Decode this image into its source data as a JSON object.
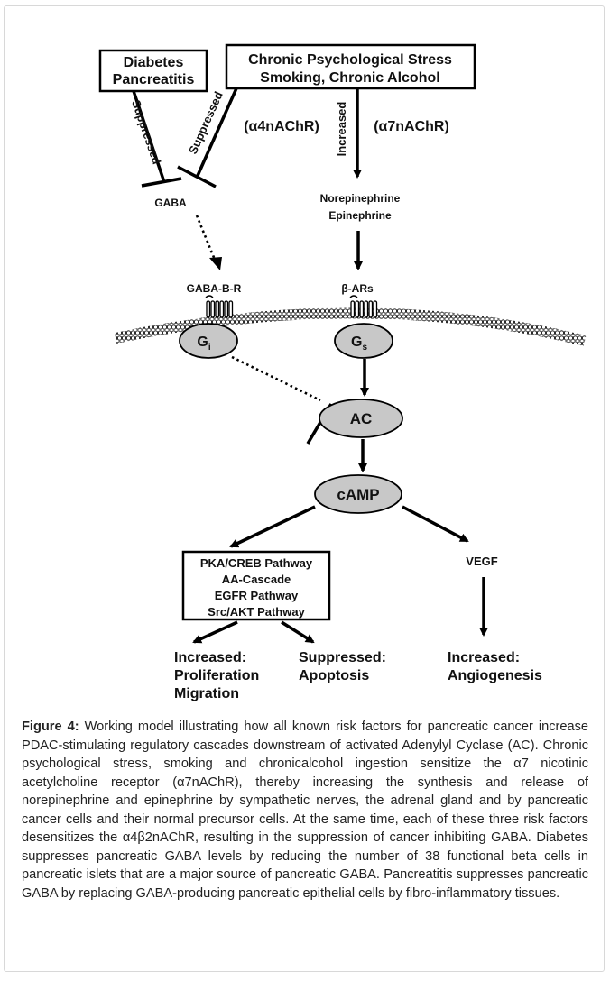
{
  "diagram": {
    "box_diabetes": [
      "Diabetes",
      "Pancreatitis"
    ],
    "box_stress": [
      "Chronic Psychological Stress",
      "Smoking, Chronic Alcohol"
    ],
    "label_suppressed_left": "Suppressed",
    "label_suppressed_right": "Suppressed",
    "label_a4": "(α4nAChR)",
    "label_increased": "Increased",
    "label_a7": "(α7nAChR)",
    "gaba": "GABA",
    "norepinephrine": "Norepinephrine",
    "epinephrine": "Epinephrine",
    "gaba_b_r": "GABA-B-R",
    "beta_ars": "β-ARs",
    "gi": "G",
    "gi_sub": "i",
    "gs": "G",
    "gs_sub": "s",
    "ac": "AC",
    "camp": "cAMP",
    "pathways": [
      "PKA/CREB Pathway",
      "AA-Cascade",
      "EGFR Pathway",
      "Src/AKT Pathway"
    ],
    "vegf": "VEGF",
    "out_left": [
      "Increased:",
      "Proliferation",
      "Migration"
    ],
    "out_mid": [
      "Suppressed:",
      "Apoptosis"
    ],
    "out_right": [
      "Increased:",
      "Angiogenesis"
    ]
  },
  "caption": {
    "label": "Figure 4:",
    "text": "Working model illustrating how all known risk factors for pancreatic cancer increase PDAC-stimulating regulatory cascades downstream of activated Adenylyl Cyclase (AC). Chronic psychological stress, smoking and chronicalcohol ingestion sensitize the α7 nicotinic acetylcholine receptor (α7nAChR), thereby increasing the synthesis and release of norepinephrine and epinephrine by sympathetic nerves, the adrenal gland and by pancreatic cancer cells and their normal precursor cells. At the same time, each of these three risk factors desensitizes the α4β2nAChR, resulting in the suppression of cancer inhibiting GABA. Diabetes suppresses pancreatic GABA levels by reducing the number of 38 functional beta cells in pancreatic islets that are a major source of pancreatic GABA. Pancreatitis suppresses pancreatic GABA by replacing GABA-producing pancreatic epithelial cells by fibro-inflammatory tissues."
  },
  "colors": {
    "ellipse_fill": "#c8c8c8",
    "stroke": "#000000"
  }
}
